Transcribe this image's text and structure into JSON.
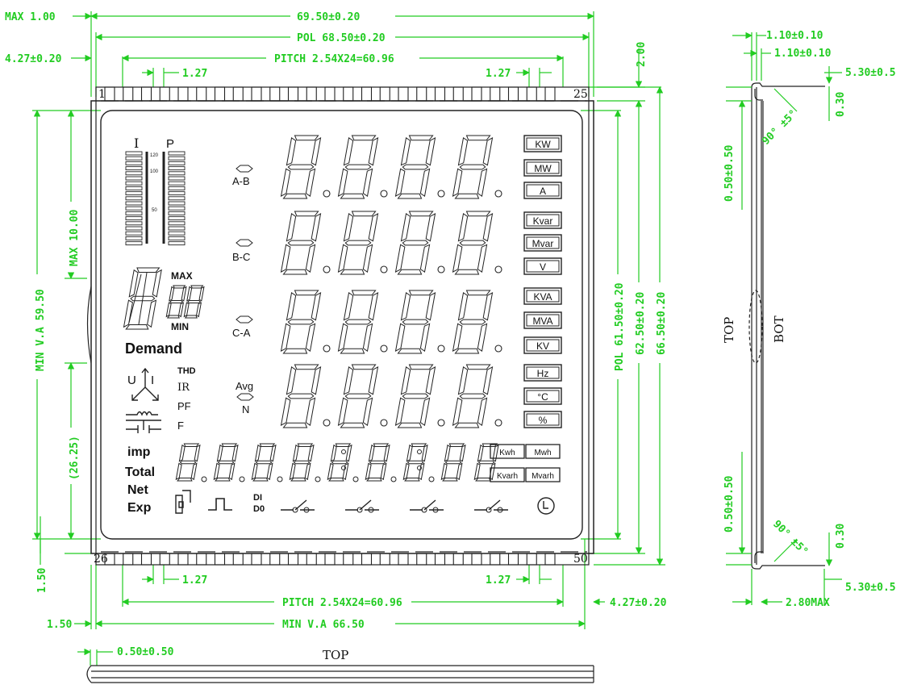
{
  "dimensions": {
    "max_thickness": "MAX 1.00",
    "overall_width": "69.50±0.20",
    "pol_width": "POL 68.50±0.20",
    "pin_offset_top": "4.27±0.20",
    "pitch_top": "PITCH 2.54X24=60.96",
    "pin_width_left_top": "1.27",
    "pin_width_right_top": "1.27",
    "pin_height": "2.00",
    "pin1": "1",
    "pin25": "25",
    "pin26": "26",
    "pin50": "50",
    "max_10": "MAX 10.00",
    "min_va_59": "MIN V.A 59.50",
    "ref_26": "(26.25)",
    "bottom_1_50_vert": "1.50",
    "pol_61": "POL 61.50±0.20",
    "h_62": "62.50±0.20",
    "h_66": "66.50±0.20",
    "pin_width_left_bot": "1.27",
    "pin_width_right_bot": "1.27",
    "pitch_bot": "PITCH 2.54X24=60.96",
    "pin_offset_bot": "4.27±0.20",
    "left_1_50": "1.50",
    "min_va_66": "MIN V.A 66.50",
    "bottom_tol": "0.50±0.50",
    "bottom_top_label": "TOP"
  },
  "side_view": {
    "d1": "1.10±0.10",
    "d2": "1.10±0.10",
    "d3": "5.30±0.5",
    "d4": "0.30",
    "d5": "0.50±0.50",
    "angle_top": "90° ±5°",
    "top_label": "TOP",
    "bot_label": "BOT",
    "d6": "0.50±0.50",
    "angle_bot": "90° ±5°",
    "d7": "0.30",
    "d8": "5.30±0.5",
    "d9": "2.80MAX"
  },
  "lcd": {
    "bar_labels": {
      "i": "I",
      "p": "P",
      "s120": "120",
      "s100": "100",
      "s50": "50"
    },
    "phase_labels": [
      "A-B",
      "B-C",
      "C-A"
    ],
    "avg": "Avg",
    "n": "N",
    "max": "MAX",
    "min": "MIN",
    "demand": "Demand",
    "thd": "THD",
    "ir": "IR",
    "pf": "PF",
    "f": "F",
    "ui_u": "U",
    "ui_i": "I",
    "row_labels": [
      "imp",
      "Total",
      "Net",
      "Exp"
    ],
    "units": [
      "KW",
      "MW",
      "A",
      "Kvar",
      "Mvar",
      "V",
      "KVA",
      "MVA",
      "KV",
      "Hz",
      "°C",
      "%"
    ],
    "energy_units": [
      "Kwh",
      "Mwh",
      "Kvarh",
      "Mvarh"
    ],
    "di": "DI",
    "do": "D0",
    "digit_glyph": "8"
  }
}
